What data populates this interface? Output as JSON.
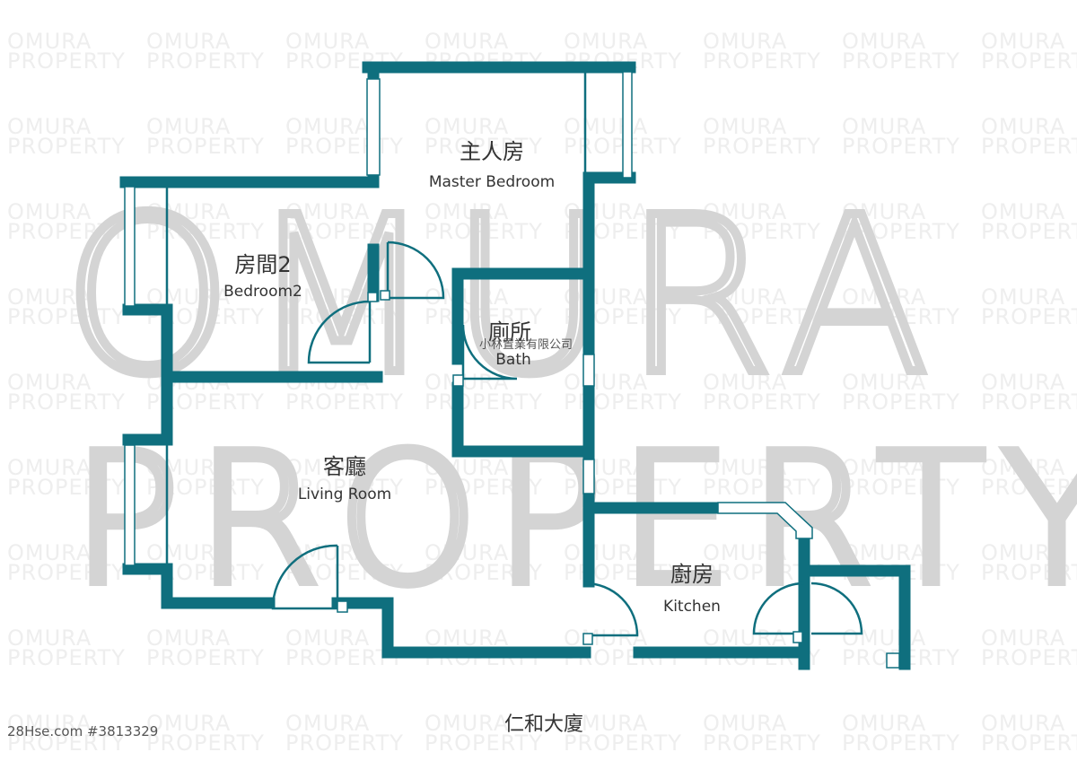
{
  "watermark": {
    "tile_line1": "OMURA",
    "tile_line2": "PROPERTY",
    "big_line1": "OMURA",
    "big_line2": "PROPERTY"
  },
  "rooms": {
    "master_bedroom": {
      "cn": "主人房",
      "en": "Master Bedroom"
    },
    "bedroom2": {
      "cn": "房間2",
      "en": "Bedroom2"
    },
    "bath": {
      "cn": "廁所",
      "en": "Bath"
    },
    "living_room": {
      "cn": "客廳",
      "en": "Living Room"
    },
    "kitchen": {
      "cn": "廚房",
      "en": "Kitchen"
    }
  },
  "company_text": "小林置業有限公司",
  "building_name": "仁和大廈",
  "listing_ref": "28Hse.com #3813329",
  "colors": {
    "wall": "#0f6f7e",
    "watermark": "#d4d4d4"
  }
}
